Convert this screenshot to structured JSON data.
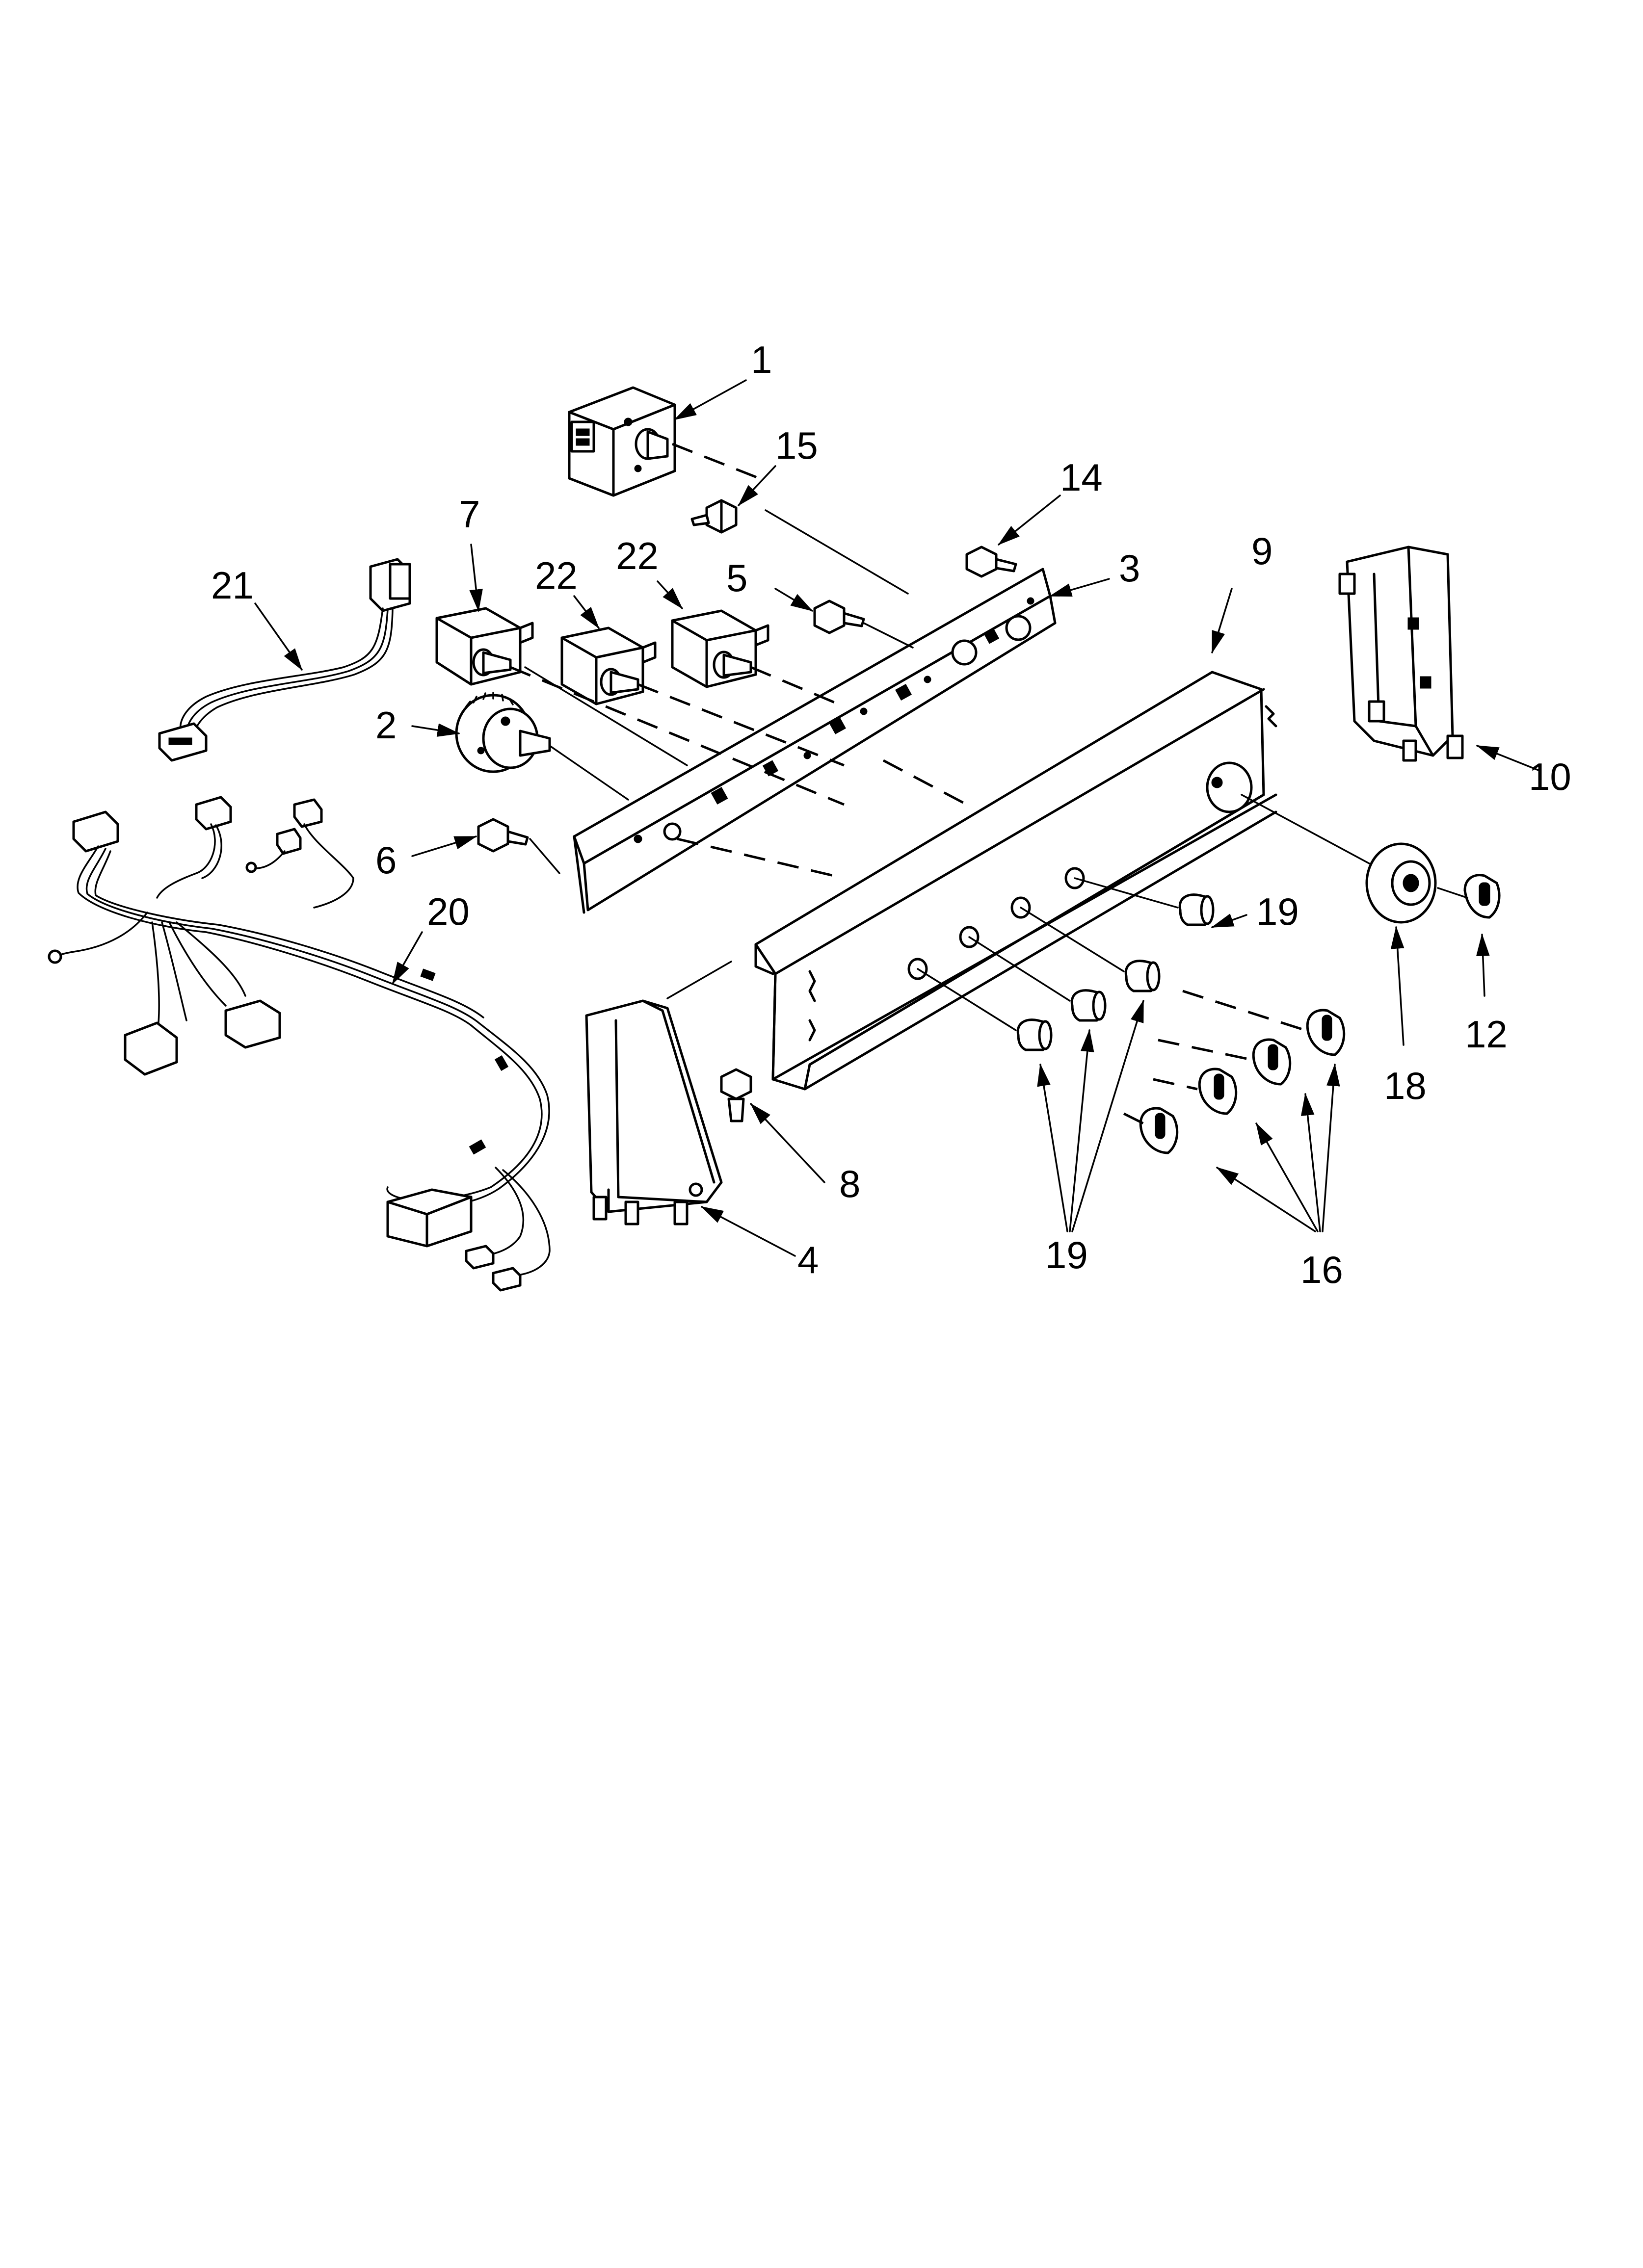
{
  "callouts": [
    {
      "id": "c1",
      "text": "1"
    },
    {
      "id": "c15",
      "text": "15"
    },
    {
      "id": "c14",
      "text": "14"
    },
    {
      "id": "c3",
      "text": "3"
    },
    {
      "id": "c9",
      "text": "9"
    },
    {
      "id": "c7",
      "text": "7"
    },
    {
      "id": "c22a",
      "text": "22"
    },
    {
      "id": "c22b",
      "text": "22"
    },
    {
      "id": "c5",
      "text": "5"
    },
    {
      "id": "c21",
      "text": "21"
    },
    {
      "id": "c2",
      "text": "2"
    },
    {
      "id": "c10",
      "text": "10"
    },
    {
      "id": "c6",
      "text": "6"
    },
    {
      "id": "c20",
      "text": "20"
    },
    {
      "id": "c19a",
      "text": "19"
    },
    {
      "id": "c12",
      "text": "12"
    },
    {
      "id": "c18",
      "text": "18"
    },
    {
      "id": "c8",
      "text": "8"
    },
    {
      "id": "c4",
      "text": "4"
    },
    {
      "id": "c19b",
      "text": "19"
    },
    {
      "id": "c16",
      "text": "16"
    }
  ]
}
